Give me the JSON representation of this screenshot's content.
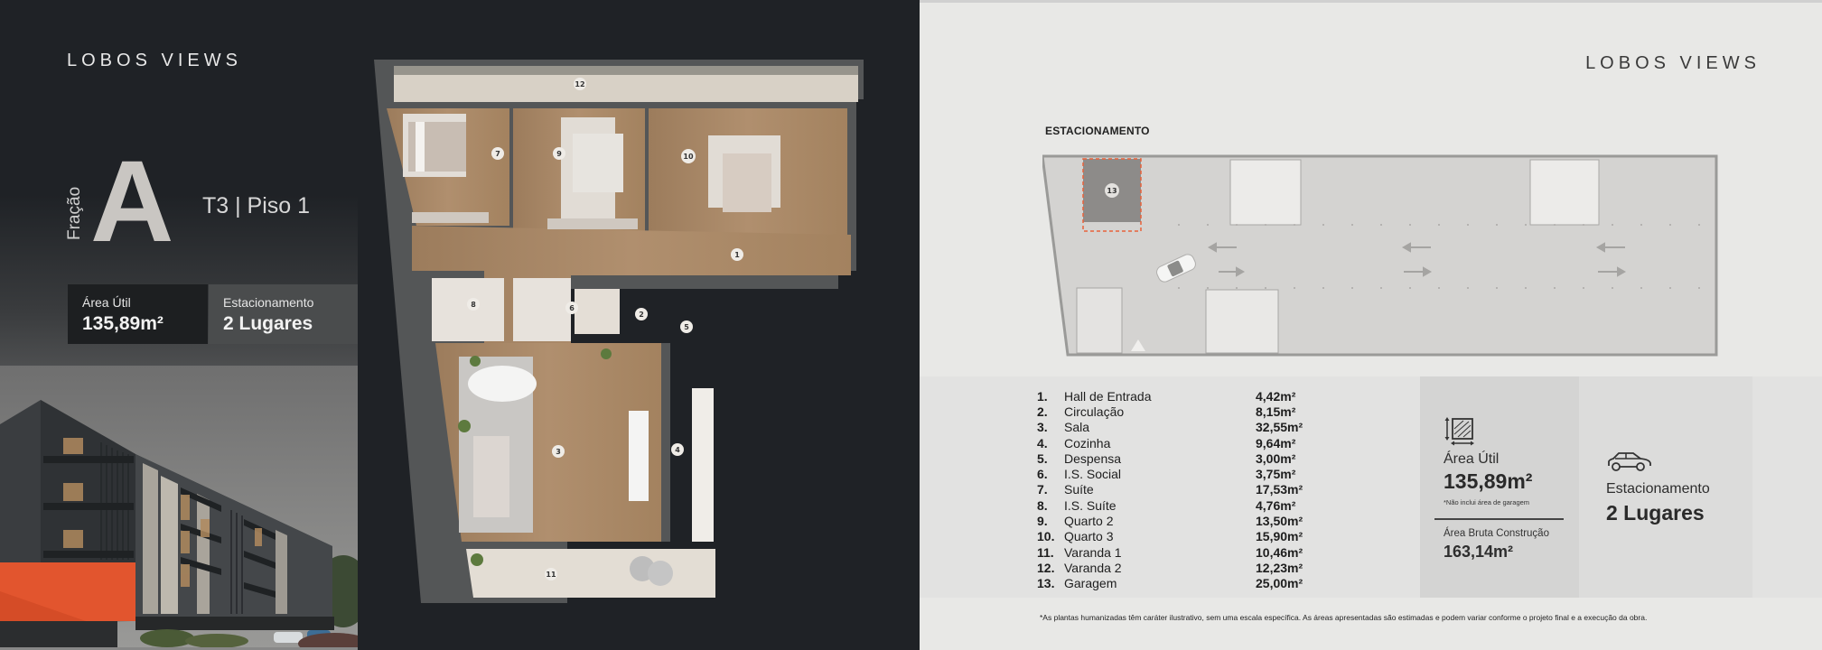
{
  "brand": {
    "logo_text": "LOBOS VIEWS"
  },
  "unit": {
    "fracao_label": "Fração",
    "fracao_letter": "A",
    "typology": "T3 | Piso 1",
    "area_util_label": "Área Útil",
    "area_util_value": "135,89m²",
    "parking_label": "Estacionamento",
    "parking_value": "2 Lugares"
  },
  "floor_plan": {
    "room_markers": [
      "1",
      "2",
      "3",
      "4",
      "5",
      "6",
      "7",
      "8",
      "9",
      "10",
      "11",
      "12"
    ]
  },
  "parking_section": {
    "title": "ESTACIONAMENTO",
    "garage_marker": "13",
    "highlight_color": "#e8623a"
  },
  "rooms": [
    {
      "num": "1.",
      "name": "Hall de Entrada",
      "area": "4,42m²"
    },
    {
      "num": "2.",
      "name": "Circulação",
      "area": "8,15m²"
    },
    {
      "num": "3.",
      "name": "Sala",
      "area": "32,55m²"
    },
    {
      "num": "4.",
      "name": "Cozinha",
      "area": "9,64m²"
    },
    {
      "num": "5.",
      "name": "Despensa",
      "area": "3,00m²"
    },
    {
      "num": "6.",
      "name": "I.S. Social",
      "area": "3,75m²"
    },
    {
      "num": "7.",
      "name": "Suíte",
      "area": "17,53m²"
    },
    {
      "num": "8.",
      "name": "I.S. Suíte",
      "area": "4,76m²"
    },
    {
      "num": "9.",
      "name": "Quarto 2",
      "area": "13,50m²"
    },
    {
      "num": "10.",
      "name": "Quarto 3",
      "area": "15,90m²"
    },
    {
      "num": "11.",
      "name": "Varanda 1",
      "area": "10,46m²"
    },
    {
      "num": "12.",
      "name": "Varanda 2",
      "area": "12,23m²"
    },
    {
      "num": "13.",
      "name": "Garagem",
      "area": "25,00m²"
    }
  ],
  "summary": {
    "area_util_label": "Área Útil",
    "area_util_value": "135,89m²",
    "area_util_note": "*Não inclui área de garagem",
    "area_bruta_label": "Área Bruta Construção",
    "area_bruta_value": "163,14m²",
    "parking_label": "Estacionamento",
    "parking_value": "2 Lugares",
    "area_icon": "area-measure-icon",
    "parking_icon": "car-icon"
  },
  "disclaimer": "*As plantas humanizadas têm caráter ilustrativo, sem uma escala específica. As áreas apresentadas são estimadas e podem variar conforme o projeto final e a execução da obra.",
  "colors": {
    "dark_bg": "#1f2226",
    "light_bg": "#e8e8e6",
    "accent_orange": "#e8623a",
    "wood": "#a88663"
  }
}
